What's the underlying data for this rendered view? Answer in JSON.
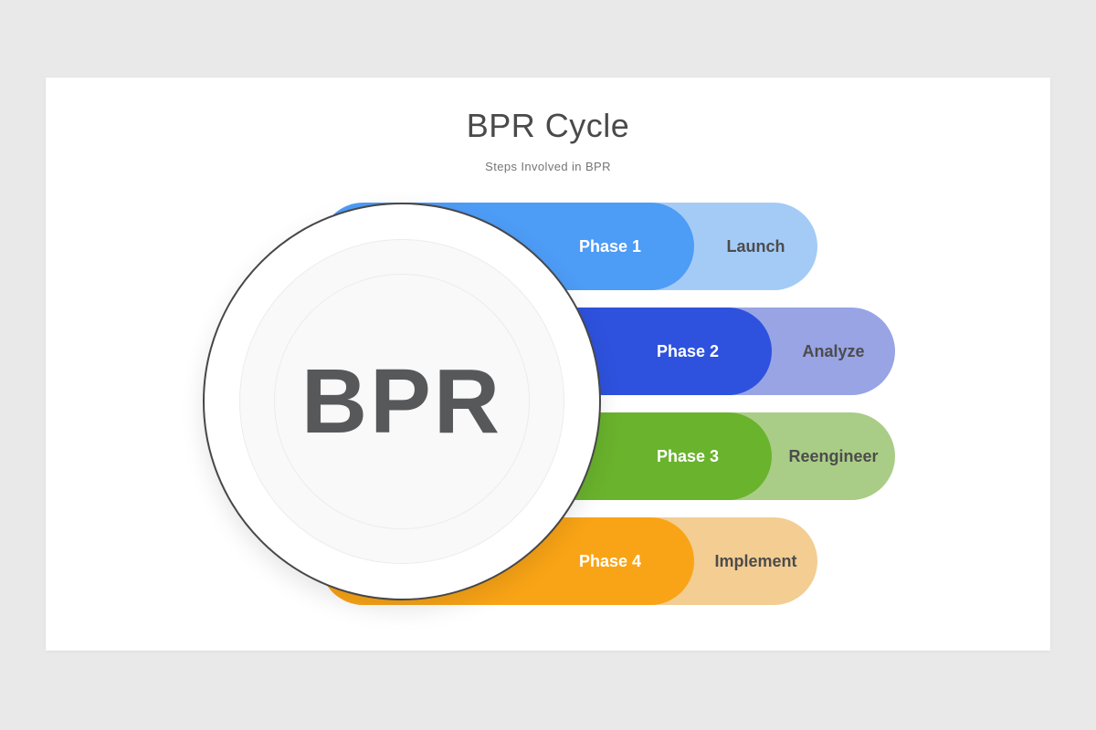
{
  "slide": {
    "title": "BPR Cycle",
    "subtitle": "Steps Involved in BPR",
    "center_label": "BPR",
    "background_color": "#e9e9e9",
    "card_color": "#ffffff"
  },
  "phases": [
    {
      "phase": "Phase 1",
      "step": "Launch",
      "color": "#4d9cf6",
      "light_color": "#a4cbf6"
    },
    {
      "phase": "Phase 2",
      "step": "Analyze",
      "color": "#2e52de",
      "light_color": "#98a4e4"
    },
    {
      "phase": "Phase 3",
      "step": "Reengineer",
      "color": "#6ab32d",
      "light_color": "#a9cd86"
    },
    {
      "phase": "Phase 4",
      "step": "Implement",
      "color": "#f9a416",
      "light_color": "#f3cd92"
    }
  ]
}
